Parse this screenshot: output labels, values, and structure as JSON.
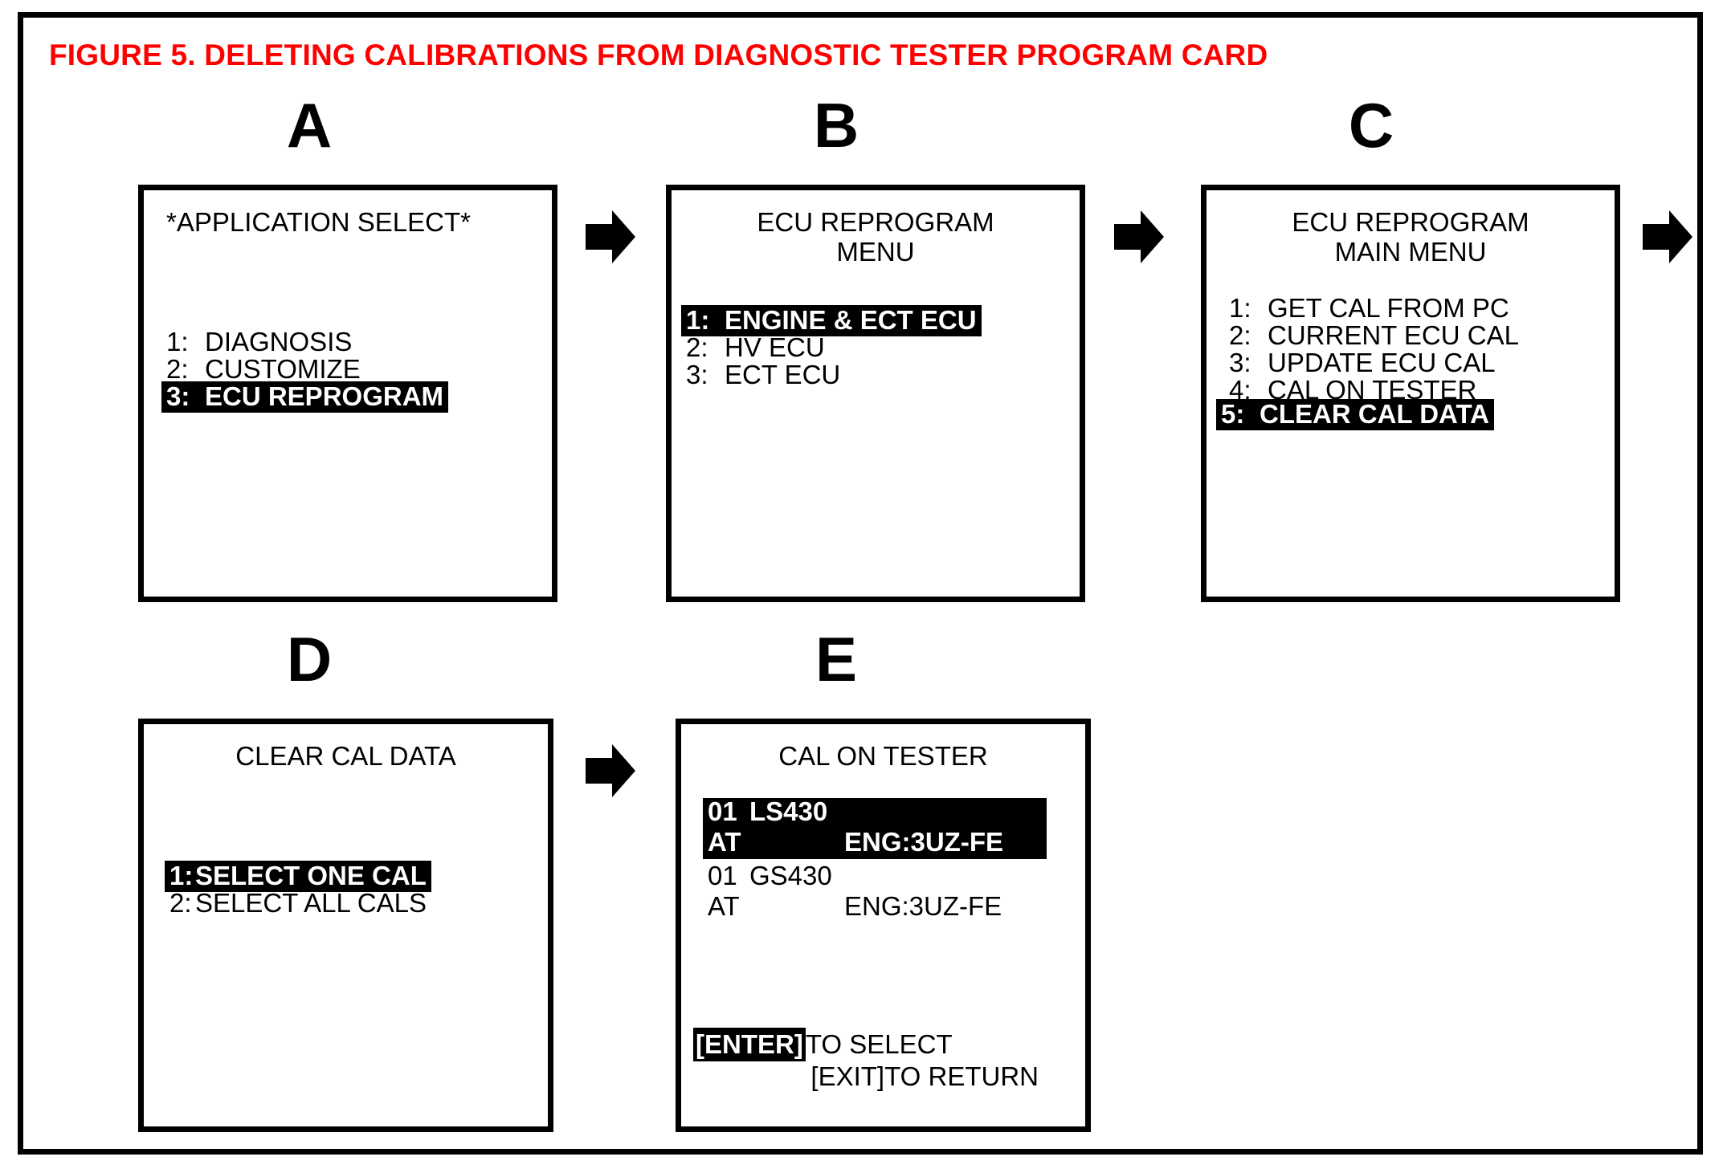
{
  "figure": {
    "title": "FIGURE 5.  DELETING CALIBRATIONS FROM DIAGNOSTIC TESTER PROGRAM CARD",
    "title_color": "#ff0000",
    "border_color": "#000000",
    "background": "#ffffff"
  },
  "panels": [
    {
      "letter": "A",
      "title": "*APPLICATION SELECT*",
      "title_align": "left",
      "items": [
        {
          "num": "1:",
          "label": "DIAGNOSIS",
          "selected": false
        },
        {
          "num": "2:",
          "label": "CUSTOMIZE",
          "selected": false
        },
        {
          "num": "3:",
          "label": "ECU REPROGRAM",
          "selected": true
        }
      ]
    },
    {
      "letter": "B",
      "title_line1": "ECU REPROGRAM",
      "title_line2": "MENU",
      "items": [
        {
          "num": "1:",
          "label": "ENGINE & ECT ECU",
          "selected": true
        },
        {
          "num": "2:",
          "label": "HV ECU",
          "selected": false
        },
        {
          "num": "3:",
          "label": "ECT ECU",
          "selected": false
        }
      ]
    },
    {
      "letter": "C",
      "title_line1": "ECU REPROGRAM",
      "title_line2": "MAIN MENU",
      "items": [
        {
          "num": "1:",
          "label": "GET CAL FROM PC",
          "selected": false
        },
        {
          "num": "2:",
          "label": "CURRENT ECU CAL",
          "selected": false
        },
        {
          "num": "3:",
          "label": "UPDATE ECU CAL",
          "selected": false
        },
        {
          "num": "4:",
          "label": "CAL ON TESTER",
          "selected": false
        },
        {
          "num": "5:",
          "label": "CLEAR CAL DATA",
          "selected": true
        }
      ]
    },
    {
      "letter": "D",
      "title": "CLEAR CAL DATA",
      "items": [
        {
          "num": "1:",
          "label": "SELECT ONE CAL",
          "selected": true
        },
        {
          "num": "2:",
          "label": "SELECT ALL CALS",
          "selected": false
        }
      ]
    },
    {
      "letter": "E",
      "title": "CAL ON TESTER",
      "cals": [
        {
          "id": "01",
          "model": "LS430",
          "transmission": "AT",
          "engine": "ENG:3UZ-FE",
          "selected": true
        },
        {
          "id": "01",
          "model": "GS430",
          "transmission": "AT",
          "engine": "ENG:3UZ-FE",
          "selected": false
        }
      ],
      "footer": {
        "line1_key": "[ENTER]",
        "line1_text": "TO SELECT",
        "line2_key": "[EXIT]",
        "line2_text": "TO RETURN"
      }
    }
  ],
  "arrows": {
    "icon": "arrow-right-block",
    "count": 4,
    "color": "#000000"
  }
}
